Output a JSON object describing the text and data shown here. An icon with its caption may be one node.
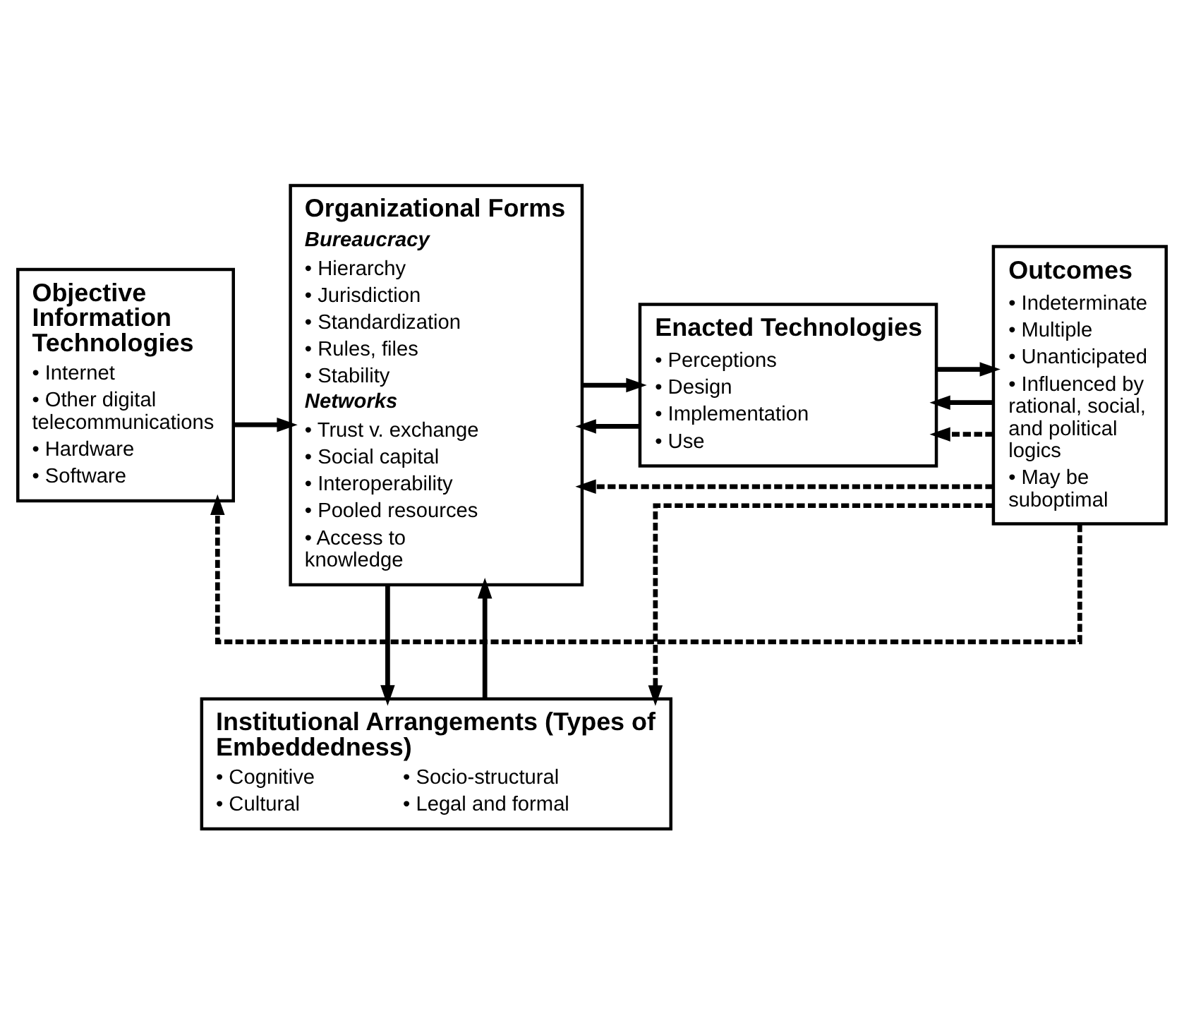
{
  "diagram": {
    "nodes": [
      {
        "text": [
          "Objective Information Technologies",
          "• Internet",
          "• Other digital telecommunications",
          "• Hardware",
          "• Software"
        ]
      },
      {
        "text": [
          "Organizational Forms",
          "Bureaucracy",
          "• Hierarchy",
          "• Jurisdiction",
          "• Standardization",
          "• Rules, files",
          "• Stability",
          "Networks",
          "• Trust v. exchange",
          "• Social capital",
          "• Interoperability",
          "• Pooled resources",
          "• Access to knowledge"
        ]
      },
      {
        "text": [
          "Enacted Technologies",
          "• Perceptions",
          "• Design",
          "• Implementation",
          "• Use"
        ]
      },
      {
        "text": [
          "Outcomes",
          "• Indeterminate",
          "• Multiple",
          "• Unanticipated",
          "• Influenced by rational, social, and political logics",
          "• May be suboptimal"
        ]
      },
      {
        "text": [
          "Institutional Arrangements (Types of Embeddedness)",
          "• Cognitive",
          "• Socio-structural",
          "• Cultural",
          "• Legal and formal"
        ]
      }
    ],
    "edges": [
      {
        "from": 0,
        "to": 1,
        "arrow": "to"
      },
      {
        "from": 2,
        "to": 1,
        "arrow": "to"
      },
      {
        "from": 1,
        "to": 2,
        "arrow": "to"
      },
      {
        "from": 3,
        "to": 2,
        "arrow": "to"
      },
      {
        "from": 2,
        "to": 3,
        "arrow": "to"
      },
      {
        "from": 1,
        "to": 4,
        "arrow": "to"
      },
      {
        "from": 4,
        "to": 1,
        "arrow": "to"
      },
      {
        "from": 3,
        "to": 2,
        "arrow": "to",
        "style": "dashed"
      },
      {
        "from": 3,
        "to": 1,
        "arrow": "to",
        "style": "dashed"
      },
      {
        "from": 3,
        "to": 4,
        "arrow": "to",
        "style": "dashed"
      },
      {
        "from": 3,
        "to": 0,
        "arrow": "to",
        "style": "dashed"
      }
    ]
  }
}
